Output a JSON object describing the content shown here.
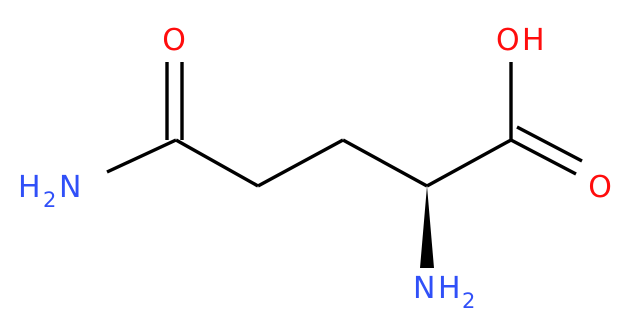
{
  "molecule": {
    "atoms": {
      "amide_o": {
        "element": "O",
        "color": "#ff0d0d"
      },
      "amide_n": {
        "element": "N",
        "subscript": "2",
        "hydrogen": "H",
        "color": "#3050f8"
      },
      "acid_oh": {
        "element": "O",
        "hydrogen": "H",
        "color": "#ff0d0d"
      },
      "acid_o": {
        "element": "O",
        "color": "#ff0d0d"
      },
      "alpha_nh2": {
        "element": "N",
        "subscript": "2",
        "hydrogen": "H",
        "color": "#3050f8"
      }
    },
    "bond_color": "#000000"
  }
}
